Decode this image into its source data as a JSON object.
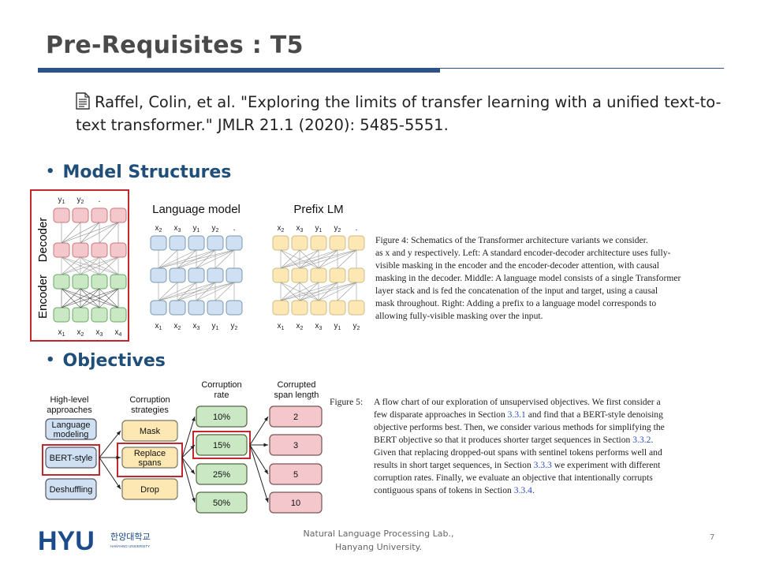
{
  "slide": {
    "title": "Pre-Requisites : T5",
    "reference": "Raffel, Colin, et al. \"Exploring the limits of transfer learning with a unified text-to-text transformer.\" JMLR 21.1 (2020): 5485-5551.",
    "page_number": "7",
    "footer_line1": "Natural Language Processing  Lab.,",
    "footer_line2": "Hanyang University.",
    "logo_text": "HYU",
    "logo_korean": "한양대학교",
    "logo_sub": "HANYANG UNIVERSITY",
    "accent_color": "#2d5286",
    "highlight_color": "#c0282d"
  },
  "sections": {
    "model_structures": "Model Structures",
    "objectives": "Objectives"
  },
  "fig4": {
    "decoder_label": "Decoder",
    "encoder_label": "Encoder",
    "lm_title": "Language model",
    "prefix_title": "Prefix LM",
    "caption_lines": [
      "Figure 4:  Schematics of the Transformer architecture variants we consider.",
      "as x and y respectively. Left: A standard encoder-decoder architecture uses fully-",
      "visible masking in the encoder and the encoder-decoder attention, with causal",
      "masking in the decoder. Middle: A language model consists of a single Transformer",
      "layer stack and is fed the concatenation of the input and target, using a causal",
      "mask throughout.  Right: Adding a prefix to a language model corresponds to",
      "allowing fully-visible masking over the input."
    ]
  },
  "fig5": {
    "col1_header": [
      "High-level",
      "approaches"
    ],
    "col2_header": [
      "Corruption",
      "strategies"
    ],
    "col3_header": [
      "Corruption",
      "rate"
    ],
    "col4_header": [
      "Corrupted",
      "span length"
    ],
    "approaches": [
      [
        "Language",
        "modeling"
      ],
      [
        "BERT-style"
      ],
      [
        "Deshuffling"
      ]
    ],
    "strategies": [
      [
        "Mask"
      ],
      [
        "Replace",
        "spans"
      ],
      [
        "Drop"
      ]
    ],
    "rates": [
      "10%",
      "15%",
      "25%",
      "50%"
    ],
    "span_lengths": [
      "2",
      "3",
      "5",
      "10"
    ],
    "caption_label": "Figure 5:",
    "caption_lines": [
      [
        "A flow chart of our exploration of unsupervised objectives.  We first consider a"
      ],
      [
        "few disparate approaches in Section ",
        {
          "link": "3.3.1"
        },
        " and find that a BERT-style denoising"
      ],
      [
        "objective performs best.  Then, we consider various methods for simplifying the"
      ],
      [
        "BERT objective so that it produces shorter target sequences in Section ",
        {
          "link": "3.3.2"
        },
        "."
      ],
      [
        "Given that replacing dropped-out spans with sentinel tokens performs well and"
      ],
      [
        "results in short target sequences, in Section ",
        {
          "link": "3.3.3"
        },
        " we experiment with different"
      ],
      [
        "corruption rates.  Finally, we evaluate an objective that intentionally corrupts"
      ],
      [
        "contiguous spans of tokens in Section ",
        {
          "link": "3.3.4"
        },
        "."
      ]
    ]
  }
}
